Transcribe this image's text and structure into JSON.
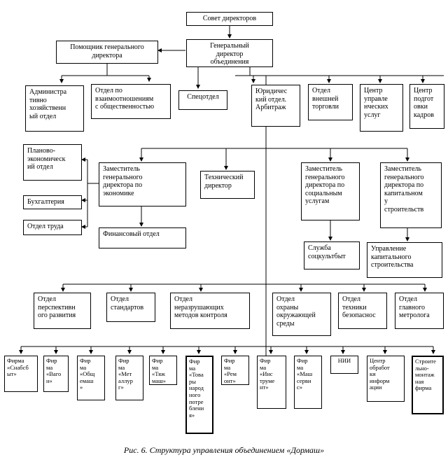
{
  "org_chart": {
    "council": "Совет директоров",
    "general_director": "Генеральный\nдиректор\nобъединения",
    "assistant": "Помощник генерального\nдиректора",
    "admin_dept": "Администра\nтивно\nхозяйственн\nый  отдел",
    "public_relations": "Отдел по\nвзаимоотношениям\nс общественностью",
    "special_dept": "Спецотдел",
    "legal": "Юридичес\nкий отдел.\nАрбитраж",
    "foreign_trade": "Отдел\nвнешней\nторговли",
    "service_center": "Центр\nуправле\nнческих\nуслуг",
    "training_center": "Центр\nподгот\nовки\nкадров",
    "planning": "Планово-\nэкономическ\nий отдел",
    "accounting": "Бухгалтерия",
    "labor": "Отдел труда",
    "deputy_economics": "Заместитель\nгенерального\nдиректора по\nэкономике",
    "finance": "Финансовый отдел",
    "technical_director": "Технический\nдиректор",
    "deputy_social": "Заместитель\nгенерального\nдиректора по\nсоциальным\nуслугам",
    "social_service": "Служба\nсоцкультбыт",
    "deputy_construction": "Заместитель\nгенерального\nдиректора по\nкапитальном\nу\nстроительств",
    "capital_construction": "Управление\nкапитального\nстроительства",
    "prospective": "Отдел\nперспективн\nого развития",
    "standards": "Отдел\nстандартов",
    "ndt": "Отдел\nнеразрушающих\nметодов контроля",
    "environment": "Отдел\nохраны\nокружающей\nсреды",
    "safety": "Отдел\nтехники\nбезопаснос",
    "metrology": "Отдел\nглавного\nметролога",
    "firms": [
      "Фирма\n«Снабсб\nыт»",
      "Фир\nма\n«Ваго\nн»",
      "Фир\nма\n«Общ\nемаш\n»",
      "Фир\nма\n«Мет\nаллур\nг»",
      "Фир\nма\n«Тяж\nмаш»",
      "Фир\nма\n«Това\nры\nнарод\nного\nпотре\nблени\nя»",
      "Фир\nма\n«Рем\nонт»",
      "Фир\nма\n«Инс\nтруме\nнт»",
      "Фир\nма\n«Маш\nсерви\nс»",
      "НИИ",
      "Центр\nобработ\nки\nинформ\nации",
      "Строите\nльно-\nмонтаж\nная\nфирма"
    ]
  },
  "caption": "Рис. 6. Структура управления объединением «Дормаш»"
}
